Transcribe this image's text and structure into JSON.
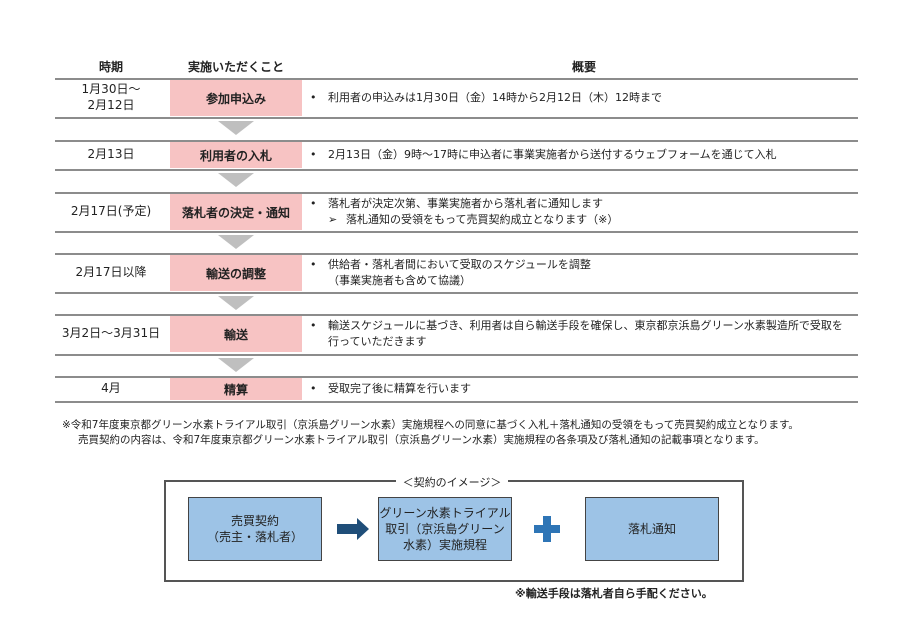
{
  "headers": {
    "period": "時期",
    "action": "実施いただくこと",
    "summary": "概要"
  },
  "rows": [
    {
      "period": "1月30日～\n2月12日",
      "action": "参加申込み",
      "lines": [
        {
          "bullet": "•",
          "text": "利用者の申込みは1月30日（金）14時から2月12日（木）12時まで"
        }
      ]
    },
    {
      "period": "2月13日",
      "action": "利用者の入札",
      "lines": [
        {
          "bullet": "•",
          "text": "2月13日（金）9時～17時に申込者に事業実施者から送付するウェブフォームを通じて入札"
        }
      ]
    },
    {
      "period": "2月17日(予定)",
      "action": "落札者の決定・通知",
      "lines": [
        {
          "bullet": "•",
          "text": "落札者が決定次第、事業実施者から落札者に通知します"
        },
        {
          "bullet": "➢",
          "text": "落札通知の受領をもって売買契約成立となります（※）"
        }
      ]
    },
    {
      "period": "2月17日以降",
      "action": "輸送の調整",
      "lines": [
        {
          "bullet": "•",
          "text": "供給者・落札者間において受取のスケジュールを調整"
        },
        {
          "bullet": "",
          "text": "（事業実施者も含めて協議）"
        }
      ]
    },
    {
      "period": "3月2日～3月31日",
      "action": "輸送",
      "lines": [
        {
          "bullet": "•",
          "text": "輸送スケジュールに基づき、利用者は自ら輸送手段を確保し、東京都京浜島グリーン水素製造所で受取を"
        },
        {
          "bullet": "",
          "text": "行っていただきます"
        }
      ]
    },
    {
      "period": "4月",
      "action": "精算",
      "lines": [
        {
          "bullet": "•",
          "text": "受取完了後に精算を行います"
        }
      ]
    }
  ],
  "note": {
    "line1": "※令和7年度東京都グリーン水素トライアル取引（京浜島グリーン水素）実施規程への同意に基づく入札＋落札通知の受領をもって売買契約成立となります。",
    "line2": "売買契約の内容は、令和7年度東京都グリーン水素トライアル取引（京浜島グリーン水素）実施規程の各条項及び落札通知の記載事項となります。"
  },
  "image": {
    "title": "＜契約のイメージ＞",
    "box1": "売買契約\n（売主・落札者）",
    "box2": "グリーン水素トライアル\n取引（京浜島グリーン\n水素）実施規程",
    "box3": "落札通知",
    "arrow_color": "#1f4e79",
    "plus_color": "#2e75b6"
  },
  "bottom_note": "※輸送手段は落札者自ら手配ください。"
}
